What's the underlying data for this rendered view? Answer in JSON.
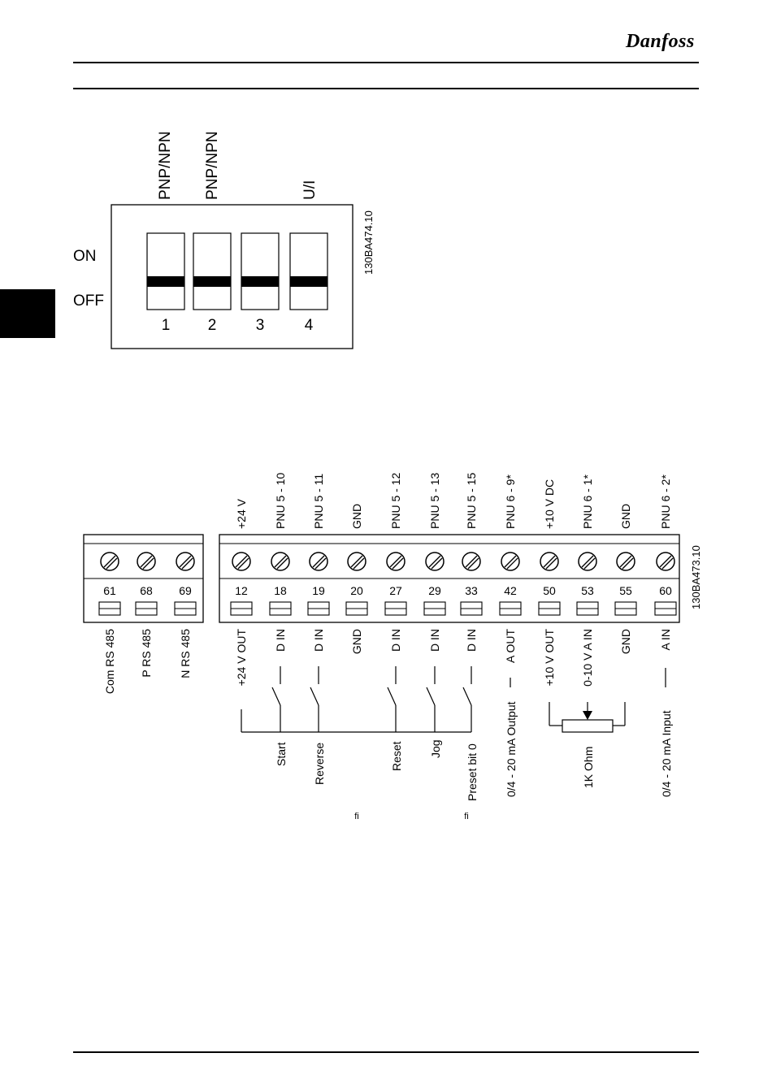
{
  "header": {
    "brand": "Danfoss"
  },
  "dip_switch": {
    "column_labels": [
      "PNP/NPN",
      "PNP/NPN",
      "",
      "U/I"
    ],
    "on_label": "ON",
    "off_label": "OFF",
    "switch_numbers": [
      "1",
      "2",
      "3",
      "4"
    ],
    "figure_code": "130BA474.10"
  },
  "terminals": {
    "figure_code": "130BA473.10",
    "rs485": [
      {
        "number": "61",
        "label": "Com RS 485"
      },
      {
        "number": "68",
        "label": "P RS 485"
      },
      {
        "number": "69",
        "label": "N RS 485"
      }
    ],
    "main": [
      {
        "number": "12",
        "top": "+24 V",
        "below": "+24 V OUT"
      },
      {
        "number": "18",
        "top": "PNU 5 - 10",
        "below": "D IN"
      },
      {
        "number": "19",
        "top": "PNU 5 - 11",
        "below": "D IN"
      },
      {
        "number": "20",
        "top": "GND",
        "below": "GND"
      },
      {
        "number": "27",
        "top": "PNU 5 - 12",
        "below": "D IN"
      },
      {
        "number": "29",
        "top": "PNU 5 - 13",
        "below": "D IN"
      },
      {
        "number": "33",
        "top": "PNU 5 - 15",
        "below": "D IN"
      },
      {
        "number": "42",
        "top": "PNU 6 - 9*",
        "below": "A OUT"
      },
      {
        "number": "50",
        "top": "+10 V DC",
        "below": "+10 V OUT"
      },
      {
        "number": "53",
        "top": "PNU 6 - 1*",
        "below": "0-10 V A IN"
      },
      {
        "number": "55",
        "top": "GND",
        "below": "GND"
      },
      {
        "number": "60",
        "top": "PNU 6 - 2*",
        "below": "A IN"
      }
    ],
    "functions": {
      "start": "Start",
      "reverse": "Reverse",
      "reset": "Reset",
      "jog": "Jog",
      "preset": "Preset bit 0",
      "analog_output": "0/4 - 20 mA Output",
      "pot": "1K Ohm",
      "analog_input": "0/4 - 20 mA Input"
    },
    "stray_glyphs": [
      "ﬁ",
      "ﬁ"
    ]
  }
}
